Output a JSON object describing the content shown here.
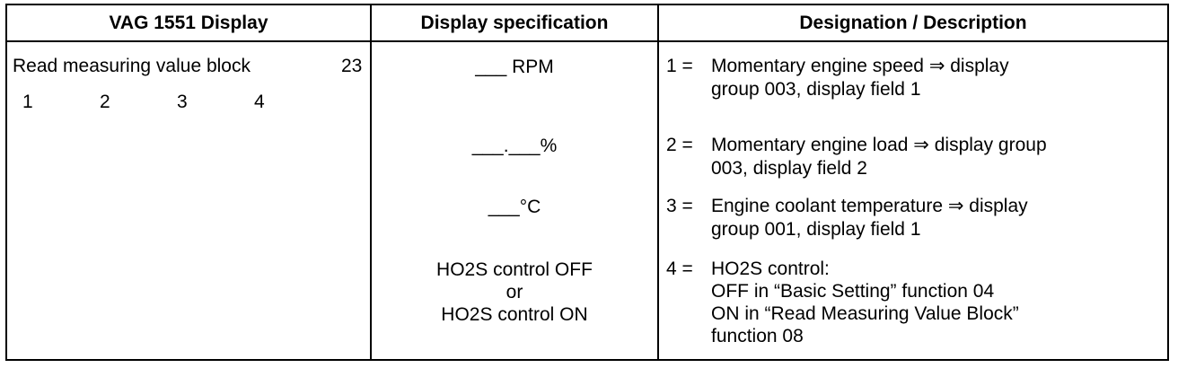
{
  "headers": {
    "col1": "VAG 1551 Display",
    "col2": "Display specification",
    "col3": "Designation / Description"
  },
  "display": {
    "title": "Read measuring value block",
    "block_number": "23",
    "fields": [
      "1",
      "2",
      "3",
      "4"
    ]
  },
  "specs": [
    "___ RPM",
    "___.___%",
    "___°C",
    "HO2S control OFF",
    "or",
    "HO2S control ON"
  ],
  "descriptions": [
    {
      "num": "1 =",
      "lines": [
        "Momentary engine speed ⇒ display",
        "group 003, display field 1"
      ]
    },
    {
      "num": "2 =",
      "lines": [
        "Momentary engine load ⇒ display group",
        "003, display field 2"
      ]
    },
    {
      "num": "3 =",
      "lines": [
        "Engine coolant temperature ⇒ display",
        "group 001, display field 1"
      ]
    },
    {
      "num": "4 =",
      "lines": [
        "HO2S control:",
        "OFF in “Basic Setting” function 04",
        "ON in “Read Measuring Value Block”",
        "function 08"
      ]
    }
  ]
}
